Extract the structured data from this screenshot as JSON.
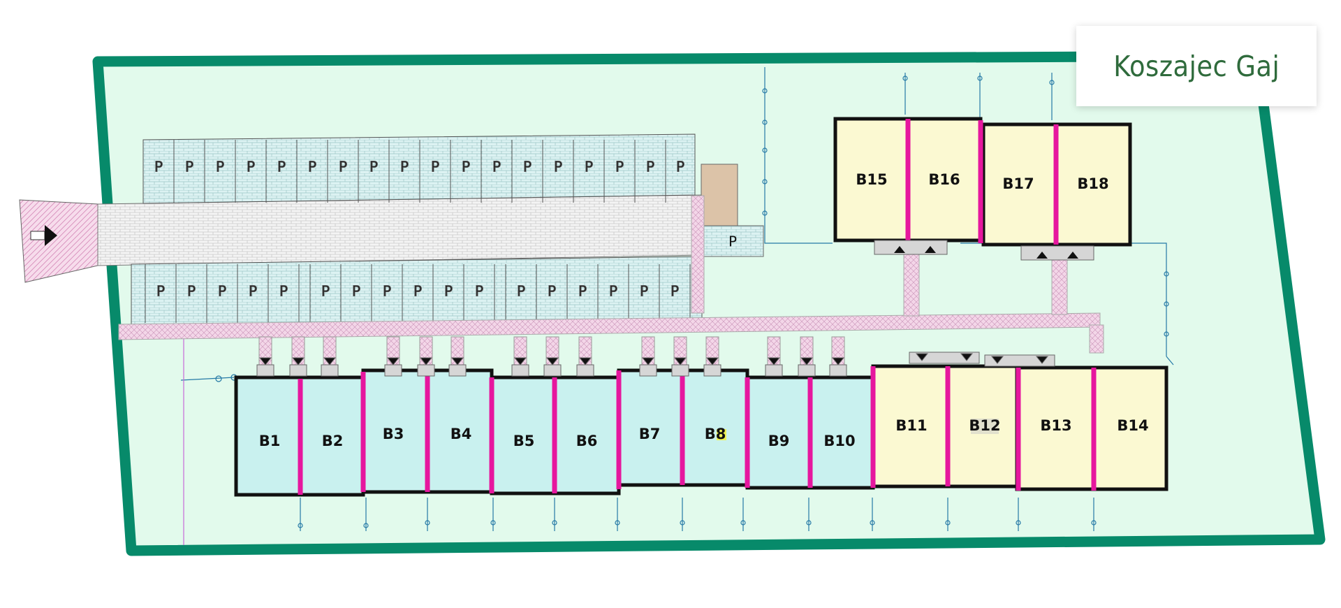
{
  "title": "Koszajec Gaj",
  "colors": {
    "border": "#078a6a",
    "ground": "#e2faec",
    "unit_blue": "#c9f1ef",
    "unit_yellow": "#fbf9d2",
    "divider": "#e6179e",
    "parking": "#dcf2f2",
    "path": "#f3d6e8",
    "utility_line": "#2479a6",
    "label_highlight_b18": "#35d93a",
    "label_highlight_b8": "#f5f53a"
  },
  "parking_label": "P",
  "units_bottom": [
    "B1",
    "B2",
    "B3",
    "B4",
    "B5",
    "B6",
    "B7",
    "B8",
    "B9",
    "B10",
    "B11",
    "B12",
    "B13",
    "B14"
  ],
  "units_top": [
    "B15",
    "B16",
    "B17",
    "B18"
  ],
  "unit_groups": {
    "sold_or_reserved_color": "blue",
    "available_color": "yellow"
  }
}
